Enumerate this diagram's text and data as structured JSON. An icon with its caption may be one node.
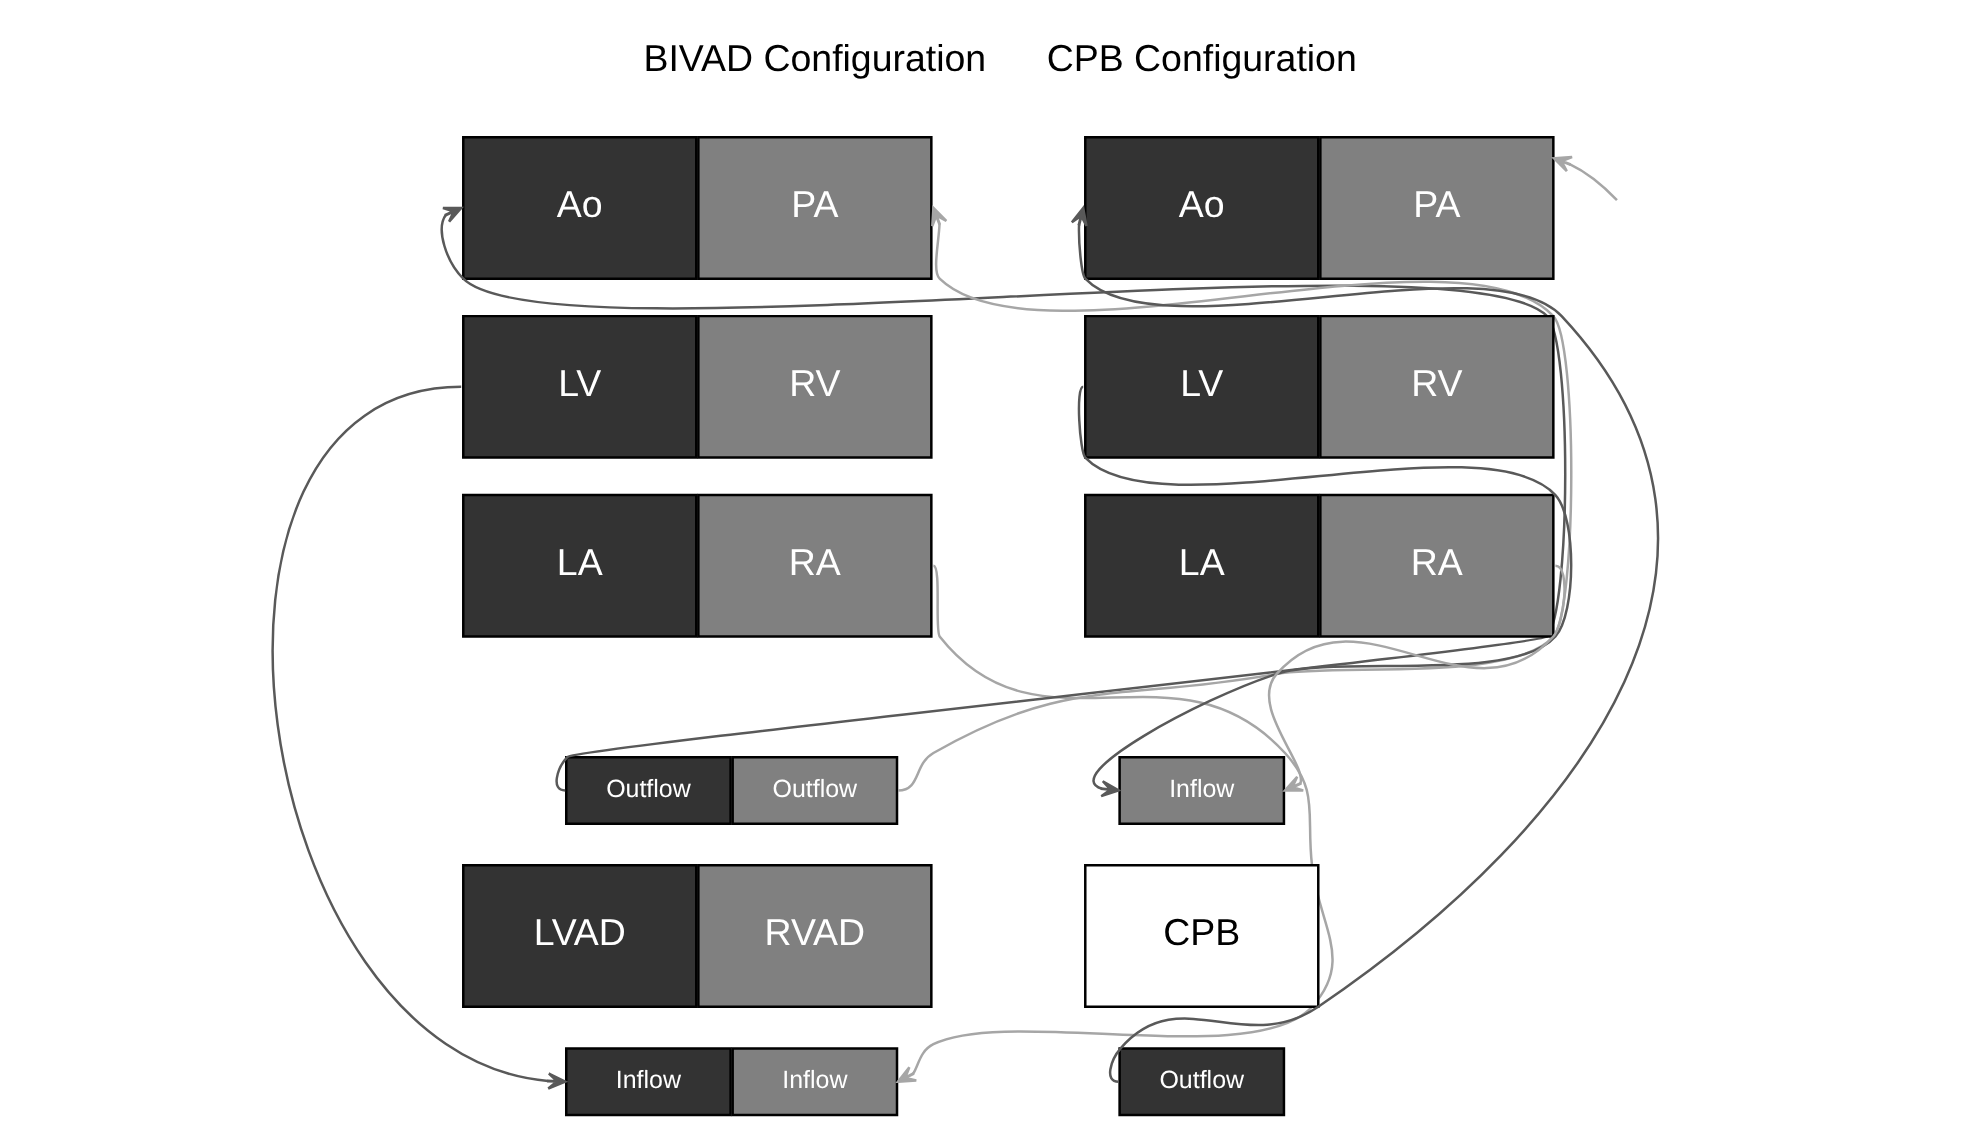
{
  "diagram": {
    "nodes": [
      {
        "text": [
          "Ao"
        ]
      },
      {
        "text": [
          "PA"
        ]
      },
      {
        "text": [
          "LV"
        ]
      },
      {
        "text": [
          "RV"
        ]
      },
      {
        "text": [
          "LA"
        ]
      },
      {
        "text": [
          "RA"
        ]
      },
      {
        "text": [
          "Outflow"
        ]
      },
      {
        "text": [
          "Outflow"
        ]
      },
      {
        "text": [
          "LVAD"
        ]
      },
      {
        "text": [
          "RVAD"
        ]
      },
      {
        "text": [
          "Inflow"
        ]
      },
      {
        "text": [
          "Inflow"
        ]
      },
      {
        "text": [
          "Ao"
        ]
      },
      {
        "text": [
          "PA"
        ]
      },
      {
        "text": [
          "LV"
        ]
      },
      {
        "text": [
          "RV"
        ]
      },
      {
        "text": [
          "LA"
        ]
      },
      {
        "text": [
          "RA"
        ]
      },
      {
        "text": [
          "Inflow"
        ]
      },
      {
        "text": [
          "CPB"
        ]
      },
      {
        "text": [
          "Outflow"
        ]
      }
    ],
    "edges": [
      {
        "from": 6,
        "to": 0,
        "arrow": "to",
        "color": "#595959"
      },
      {
        "from": 2,
        "to": 10,
        "arrow": "to",
        "color": "#595959"
      },
      {
        "from": 5,
        "to": 11,
        "arrow": "to",
        "color": "#a6a6a6"
      },
      {
        "from": 7,
        "to": 1,
        "arrow": "to",
        "color": "#a6a6a6"
      },
      {
        "from": 14,
        "to": 18,
        "arrow": "to",
        "color": "#595959"
      },
      {
        "from": 17,
        "to": 18,
        "arrow": "to",
        "color": "#a6a6a6"
      },
      {
        "from": 20,
        "to": 12,
        "arrow": "to",
        "color": "#595959"
      },
      {
        "from": null,
        "to": 13,
        "arrow": "to",
        "color": "#a6a6a6"
      }
    ],
    "labels": [
      "BIVAD Configuration",
      "CPB Configuration"
    ]
  }
}
